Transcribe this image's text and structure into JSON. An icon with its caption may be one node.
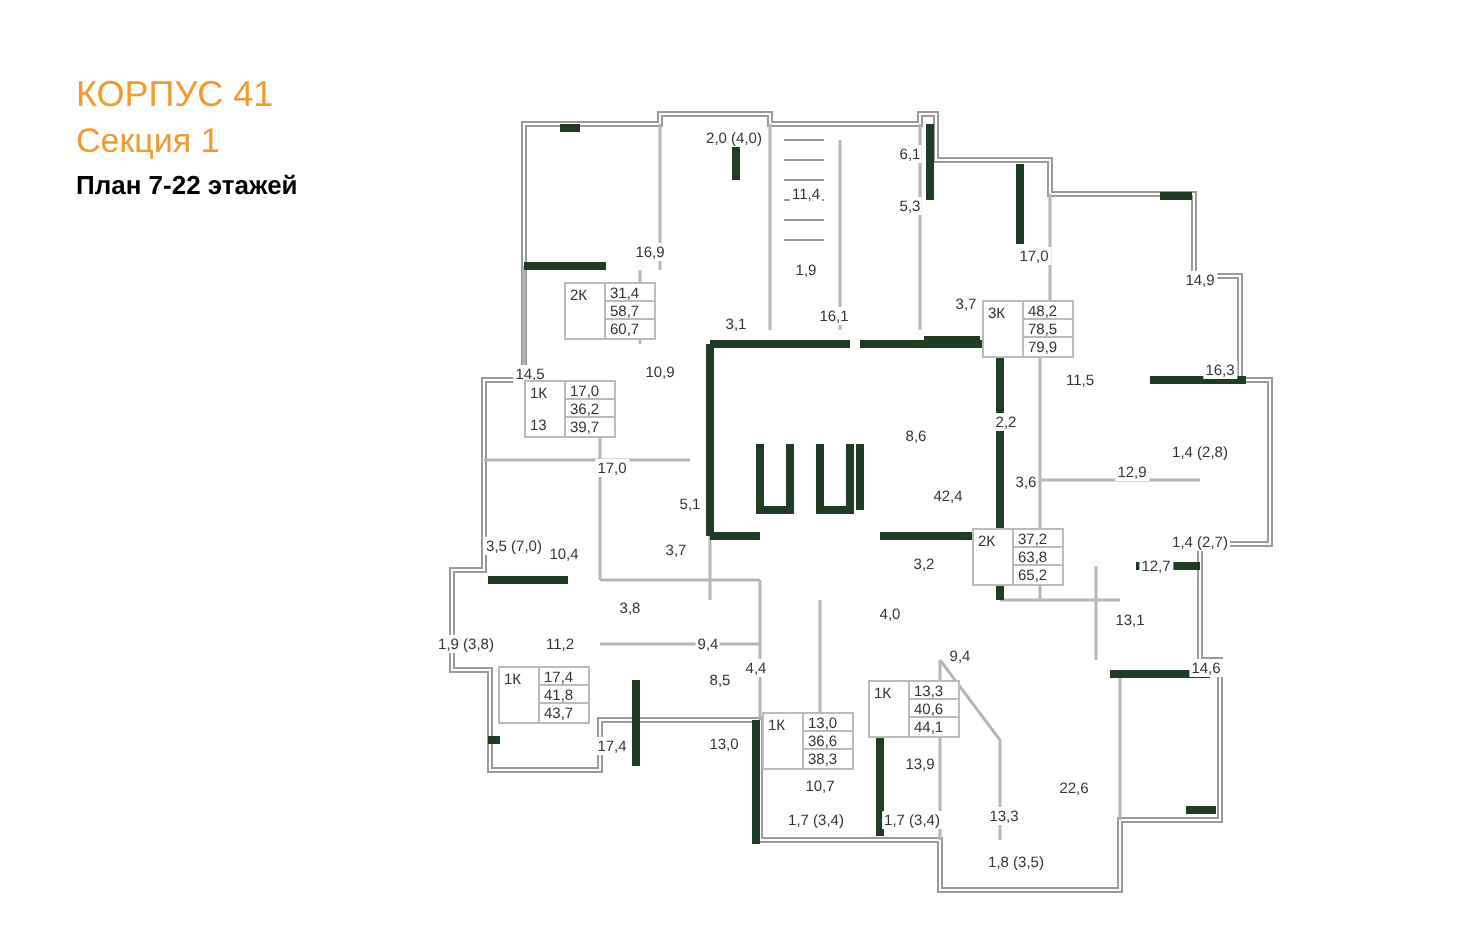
{
  "diagram": {
    "title": "КОРПУС 41",
    "nodes": [
      {
        "text": [
          "2К",
          "31,4",
          "58,7",
          "60,7"
        ]
      },
      {
        "text": [
          "3К",
          "48,2",
          "78,5",
          "79,9"
        ]
      },
      {
        "text": [
          "1К",
          "17,0",
          "36,2",
          "39,7",
          "13"
        ]
      },
      {
        "text": [
          "2К",
          "37,2",
          "63,8",
          "65,2"
        ]
      },
      {
        "text": [
          "1К",
          "17,4",
          "41,8",
          "43,7"
        ]
      },
      {
        "text": [
          "1К",
          "13,0",
          "36,6",
          "38,3"
        ]
      },
      {
        "text": [
          "1К",
          "13,3",
          "40,6",
          "44,1"
        ]
      }
    ],
    "labels": [
      "Секция 1",
      "План 7-22 этажей",
      "2,0 (4,0)",
      "6,1",
      "11,4",
      "5,3",
      "16,9",
      "17,0",
      "1,9",
      "14,9",
      "3,7",
      "16,1",
      "3,1",
      "14,5",
      "10,9",
      "11,5",
      "16,3",
      "2,2",
      "8,6",
      "1,4 (2,8)",
      "17,0",
      "12,9",
      "3,6",
      "42,4",
      "5,1",
      "3,5 (7,0)",
      "10,4",
      "3,7",
      "3,2",
      "12,7",
      "1,4 (2,7)",
      "3,8",
      "4,0",
      "13,1",
      "1,9 (3,8)",
      "11,2",
      "9,4",
      "9,4",
      "4,4",
      "14,6",
      "8,5",
      "17,4",
      "13,0",
      "10,7",
      "13,9",
      "22,6",
      "1,7 (3,4)",
      "1,7 (3,4)",
      "13,3",
      "1,8 (3,5)"
    ]
  }
}
